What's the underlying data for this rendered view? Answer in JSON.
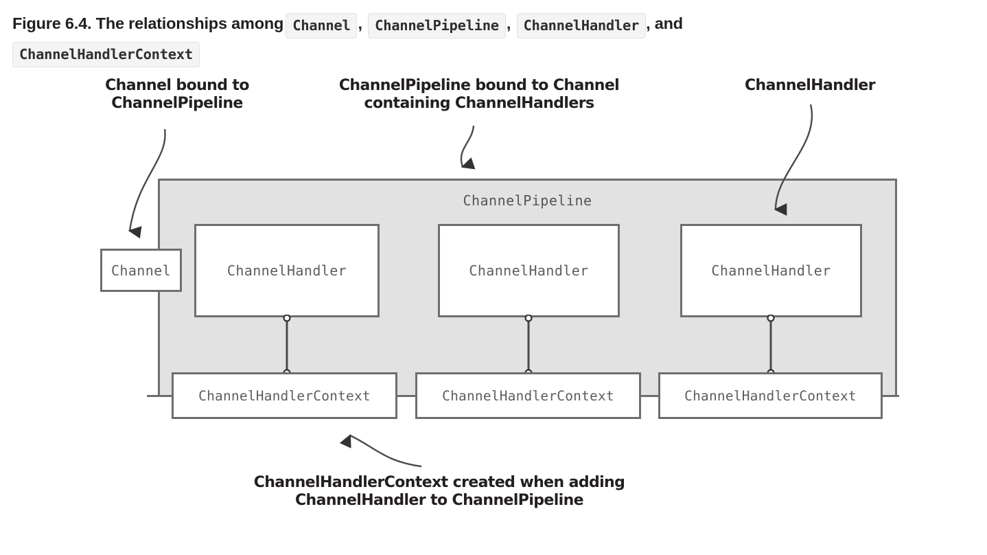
{
  "caption": {
    "prefix": "Figure 6.4. The relationships among",
    "chips": [
      "Channel",
      "ChannelPipeline",
      "ChannelHandler"
    ],
    "conjunction": ", and",
    "last_chip": "ChannelHandlerContext"
  },
  "annotations": {
    "channel_note": "Channel bound to\nChannelPipeline",
    "channel_note_line1": "Channel bound to",
    "channel_note_line2": "ChannelPipeline",
    "pipeline_note_line1": "ChannelPipeline bound to Channel",
    "pipeline_note_line2": "containing ChannelHandlers",
    "handler_note": "ChannelHandler",
    "context_note_line1": "ChannelHandlerContext created when adding",
    "context_note_line2": "ChannelHandler to ChannelPipeline"
  },
  "diagram": {
    "pipeline_title": "ChannelPipeline",
    "channel_label": "Channel",
    "handlers": [
      {
        "label": "ChannelHandler"
      },
      {
        "label": "ChannelHandler"
      },
      {
        "label": "ChannelHandler"
      }
    ],
    "contexts": [
      {
        "label": "ChannelHandlerContext"
      },
      {
        "label": "ChannelHandlerContext"
      },
      {
        "label": "ChannelHandlerContext"
      }
    ]
  },
  "colors": {
    "pipeline_fill": "#e2e2e2",
    "box_border": "#6e6e6e",
    "box_fill": "#ffffff",
    "mono_text": "#5d5d5d",
    "label_text": "#231f20",
    "chip_fill": "#f4f4f4",
    "arrow": "#4a4a4a"
  }
}
